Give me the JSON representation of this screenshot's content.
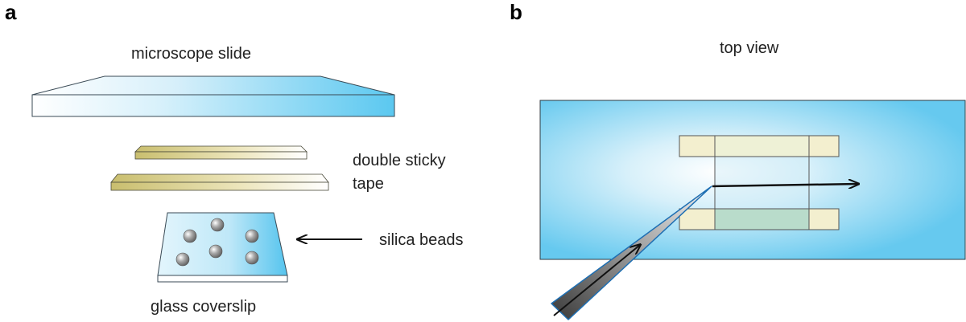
{
  "panels": {
    "a": {
      "letter": "a"
    },
    "b": {
      "letter": "b"
    }
  },
  "labels": {
    "microscope_slide": "microscope slide",
    "tape_line1": "double sticky",
    "tape_line2": "tape",
    "silica_beads": "silica beads",
    "glass_coverslip": "glass coverslip",
    "top_view": "top view"
  },
  "colors": {
    "glass_blue": "#5bc8f0",
    "tape_yellow": "#c9be6e",
    "tape_cream": "#f3efcf",
    "overlap_green": "#b9dccb",
    "bead_gray": "#8a8a8a",
    "outline_dark": "#2f3a40",
    "pipette_edge": "#1e6fb3"
  }
}
